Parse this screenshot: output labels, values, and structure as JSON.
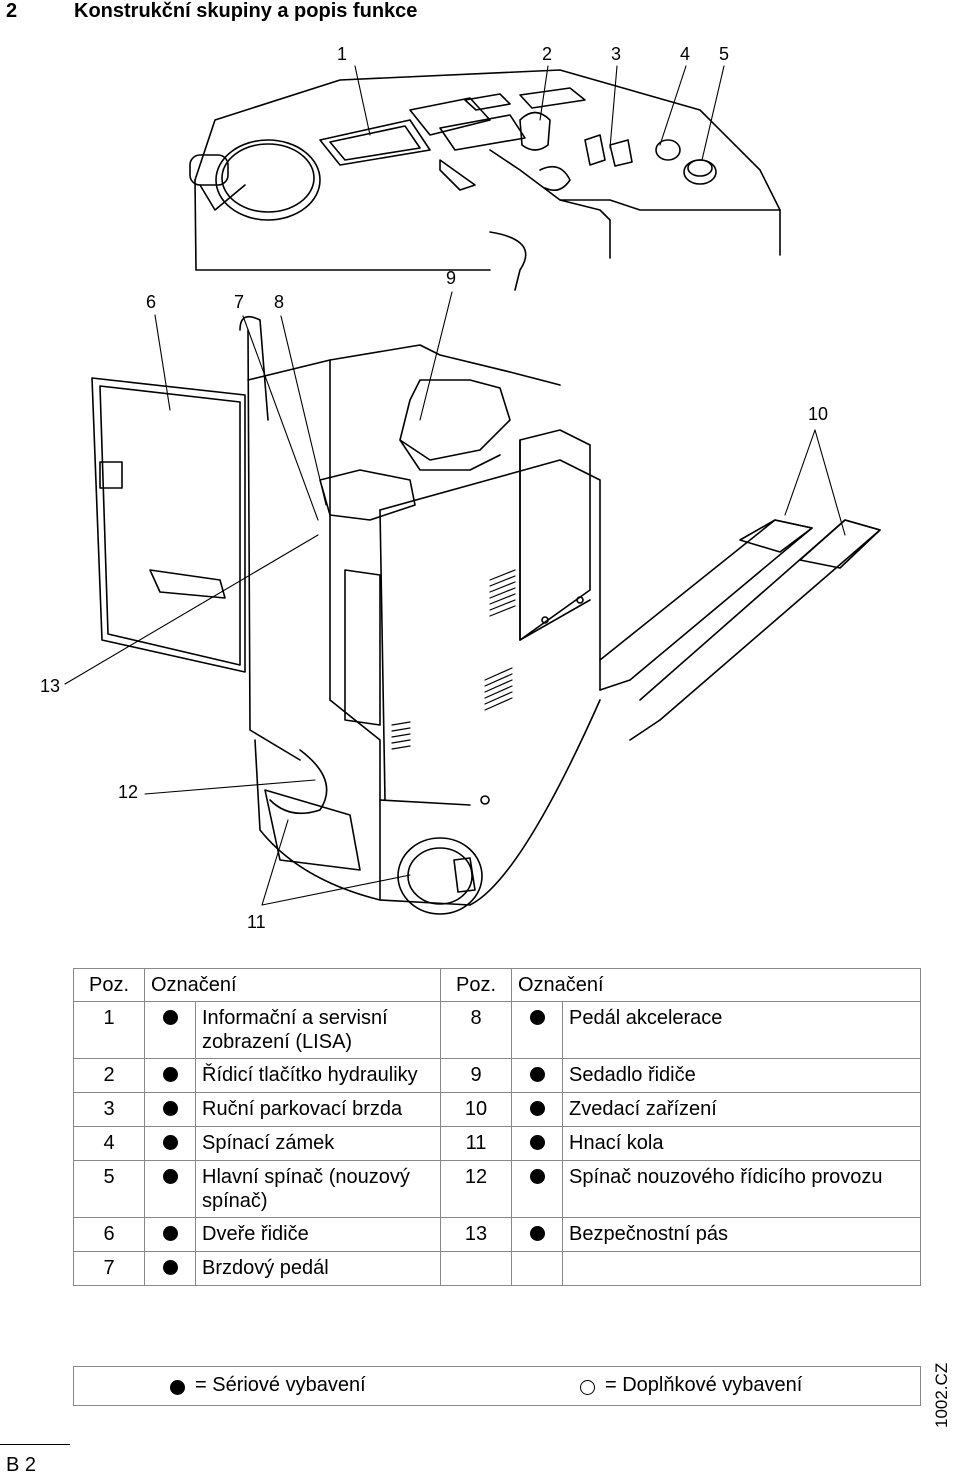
{
  "header": {
    "number": "2",
    "title": "Konstrukční skupiny a popis funkce"
  },
  "callouts": [
    "1",
    "2",
    "3",
    "4",
    "5",
    "6",
    "7",
    "8",
    "9",
    "10",
    "11",
    "12",
    "13"
  ],
  "table": {
    "headers": [
      "Poz.",
      "Označení",
      "Poz.",
      "Označení"
    ],
    "rows": [
      {
        "l_num": "1",
        "l_text": "Informační a servisní zobrazení (LISA)",
        "r_num": "8",
        "r_text": "Pedál akcelerace",
        "r_dot": true
      },
      {
        "l_num": "2",
        "l_text": "Řídicí tlačítko hydrauliky",
        "r_num": "9",
        "r_text": "Sedadlo řidiče",
        "r_dot": true
      },
      {
        "l_num": "3",
        "l_text": "Ruční parkovací brzda",
        "r_num": "10",
        "r_text": "Zvedací zařízení",
        "r_dot": true
      },
      {
        "l_num": "4",
        "l_text": "Spínací zámek",
        "r_num": "11",
        "r_text": "Hnací kola",
        "r_dot": true
      },
      {
        "l_num": "5",
        "l_text": "Hlavní spínač (nouzový spínač)",
        "r_num": "12",
        "r_text": "Spínač nouzového řídicího provozu",
        "r_dot": true
      },
      {
        "l_num": "6",
        "l_text": "Dveře řidiče",
        "r_num": "13",
        "r_text": "Bezpečnostní pás",
        "r_dot": true
      },
      {
        "l_num": "7",
        "l_text": "Brzdový pedál",
        "r_num": "",
        "r_text": "",
        "r_dot": false
      }
    ]
  },
  "footer": {
    "standard": "= Sériové vybavení",
    "optional": "= Doplňkové vybavení"
  },
  "side_code": "1002.CZ",
  "page_code": "B 2"
}
